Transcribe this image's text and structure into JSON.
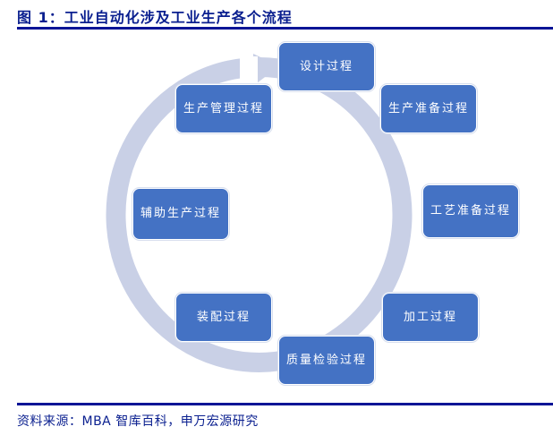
{
  "figure": {
    "title": "图 1：工业自动化涉及工业生产各个流程",
    "source": "资料来源：MBA 智库百科，申万宏源研究"
  },
  "colors": {
    "title": "#0a1f8f",
    "rule": "#0a1496",
    "node_fill": "#4472c4",
    "ring": "#c9d0e6"
  },
  "cycle": {
    "direction": "clockwise",
    "nodes": [
      {
        "id": "design",
        "label": "设计过程"
      },
      {
        "id": "production-prep",
        "label": "生产准备过程"
      },
      {
        "id": "process-prep",
        "label": "工艺准备过程"
      },
      {
        "id": "machining",
        "label": "加工过程"
      },
      {
        "id": "quality-inspection",
        "label": "质量检验过程"
      },
      {
        "id": "assembly",
        "label": "装配过程"
      },
      {
        "id": "auxiliary-production",
        "label": "辅助生产过程"
      },
      {
        "id": "production-management",
        "label": "生产管理过程"
      }
    ]
  }
}
